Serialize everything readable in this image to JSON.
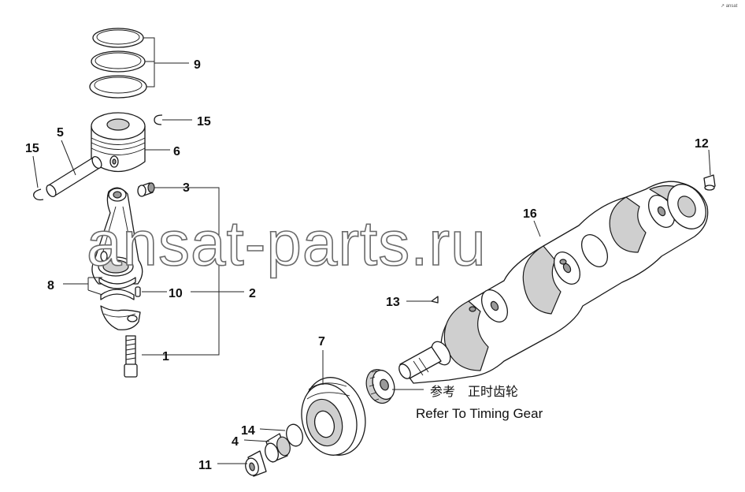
{
  "corner_mark": "↗ ansat",
  "watermark": "ansat-parts.ru",
  "note": {
    "chinese": "参考　正时齿轮",
    "english": "Refer To Timing Gear"
  },
  "callouts": [
    {
      "id": "9",
      "text": "9"
    },
    {
      "id": "15a",
      "text": "15"
    },
    {
      "id": "5",
      "text": "5"
    },
    {
      "id": "15b",
      "text": "15"
    },
    {
      "id": "6",
      "text": "6"
    },
    {
      "id": "3",
      "text": "3"
    },
    {
      "id": "8",
      "text": "8"
    },
    {
      "id": "10",
      "text": "10"
    },
    {
      "id": "2",
      "text": "2"
    },
    {
      "id": "1",
      "text": "1"
    },
    {
      "id": "12",
      "text": "12"
    },
    {
      "id": "16",
      "text": "16"
    },
    {
      "id": "13",
      "text": "13"
    },
    {
      "id": "7",
      "text": "7"
    },
    {
      "id": "14",
      "text": "14"
    },
    {
      "id": "4",
      "text": "4"
    },
    {
      "id": "11",
      "text": "11"
    }
  ]
}
